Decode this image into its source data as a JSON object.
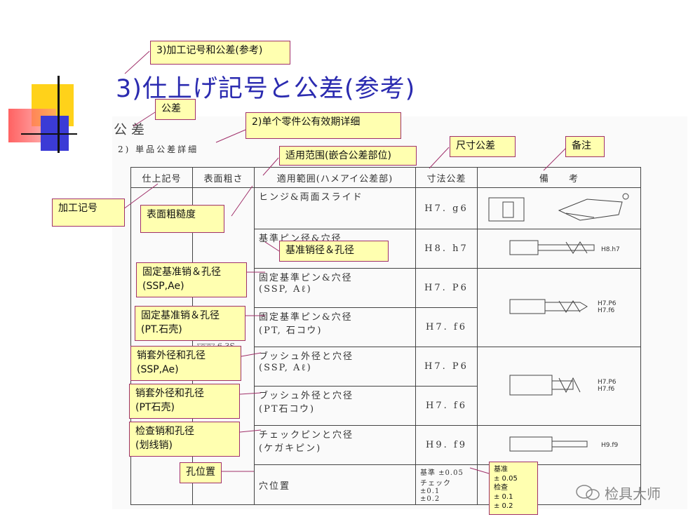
{
  "slide_title": "3)仕上げ記号と公差(参考)",
  "scan": {
    "heading": "公差",
    "subheading": "2)  単品公差詳細",
    "columns": [
      "仕上記号",
      "表面粗さ",
      "適用範囲(ハメアイ公差部)",
      "寸法公差",
      "備　　考"
    ],
    "rows": [
      {
        "application": "ヒンジ&両面スライド",
        "tolerance": "H7. g6"
      },
      {
        "application": "基準ピン径&穴径",
        "tolerance": "H8. h7"
      },
      {
        "application": "固定基準ピン&穴径\n(SSP, Aℓ)",
        "tolerance": "H7. P6"
      },
      {
        "application": "固定基準ピン&穴径\n(PT, 石コウ)",
        "tolerance": "H7. f6"
      },
      {
        "application": "ブッシュ外径と穴径\n(SSP, Aℓ)",
        "tolerance": "H7. P6"
      },
      {
        "application": "ブッシュ外径と穴径\n(PT石コウ)",
        "tolerance": "H7. f6"
      },
      {
        "application": "チェックピンと穴径\n(ケガキピン)",
        "tolerance": "H9. f9"
      },
      {
        "application": "穴位置",
        "tolerance": "基準 ±0.05\nチェック ±0.1\n±0.2"
      }
    ],
    "remark_labels": [
      "H8.h7",
      "H7.P6\nH7.f6",
      "H7.P6\nH7.f6",
      "H9.f9"
    ],
    "finish_marks": "▽▽▽  6.3S"
  },
  "callouts": {
    "title_cn": "3)加工记号和公差(参考)",
    "tolerance": "公差",
    "detail": "2)单个零件公有效期详细",
    "range": "适用范围(嵌合公差部位)",
    "dim_tol": "尺寸公差",
    "remarks": "备注",
    "finish_mark": "加工记号",
    "roughness": "表面粗糙度",
    "ref_pin": "基准销径＆孔径",
    "fixed_pin_ssp": "固定基准销＆孔径\n(SSP,Ae)",
    "fixed_pin_pt": "固定基准销＆孔径\n(PT.石壳)",
    "bush_ssp": "销套外径和孔径\n(SSP,Ae)",
    "bush_pt": "销套外径和孔径\n(PT石壳)",
    "check_pin": "检查销和孔径\n(划线销)",
    "hole_pos": "孔位置",
    "hole_note": "基准\n   ± 0.05\n检查\n   ± 0.1\n   ± 0.2"
  },
  "watermark": "检具大师",
  "colors": {
    "title": "#2b2bb0",
    "callout_bg": "#ffffb0",
    "callout_border": "#a0306a",
    "leader": "#a0306a"
  }
}
